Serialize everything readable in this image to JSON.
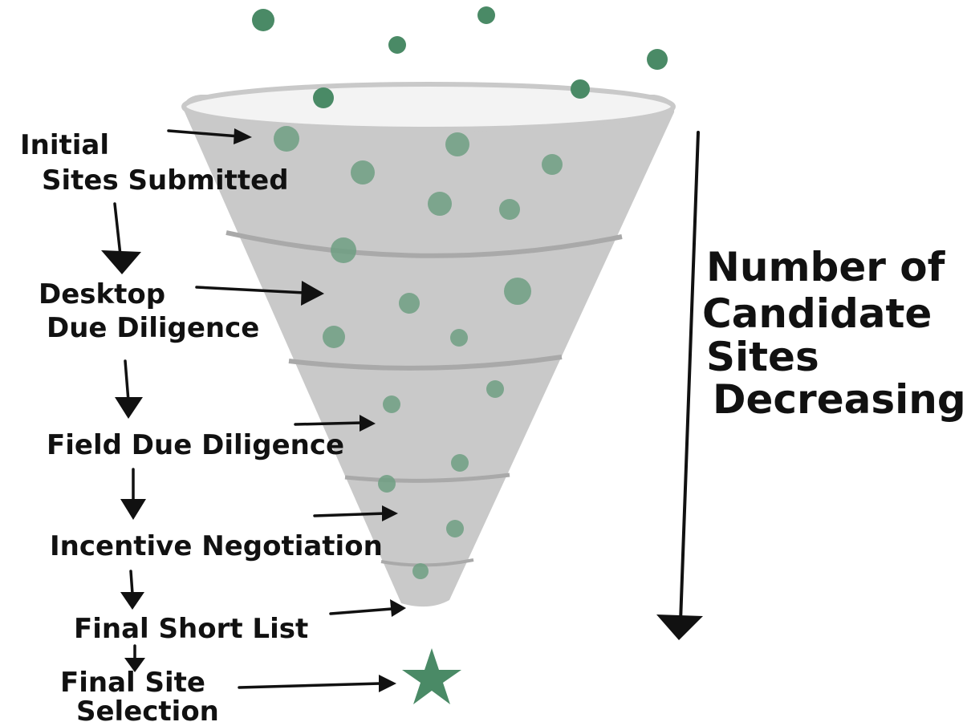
{
  "diagram": {
    "stages": [
      {
        "lines": [
          "Initial",
          "Sites Submitted"
        ]
      },
      {
        "lines": [
          "Desktop",
          "Due Diligence"
        ]
      },
      {
        "lines": [
          "Field Due Diligence"
        ]
      },
      {
        "lines": [
          "Incentive Negotiation"
        ]
      },
      {
        "lines": [
          "Final Short List"
        ]
      },
      {
        "lines": [
          "Final Site",
          "Selection"
        ]
      }
    ],
    "side_label": [
      "Number of",
      "Candidate",
      "Sites",
      "Decreasing"
    ],
    "colors": {
      "funnel": "#c9c9c9",
      "funnel_rim": "#f3f3f3",
      "band": "#a9a9a9",
      "site_dot": "#4a8a66",
      "site_dot_faded": "#6f9f82",
      "ink": "#111111"
    },
    "icons": {
      "site": "dot-icon",
      "final_site": "star-icon"
    }
  }
}
